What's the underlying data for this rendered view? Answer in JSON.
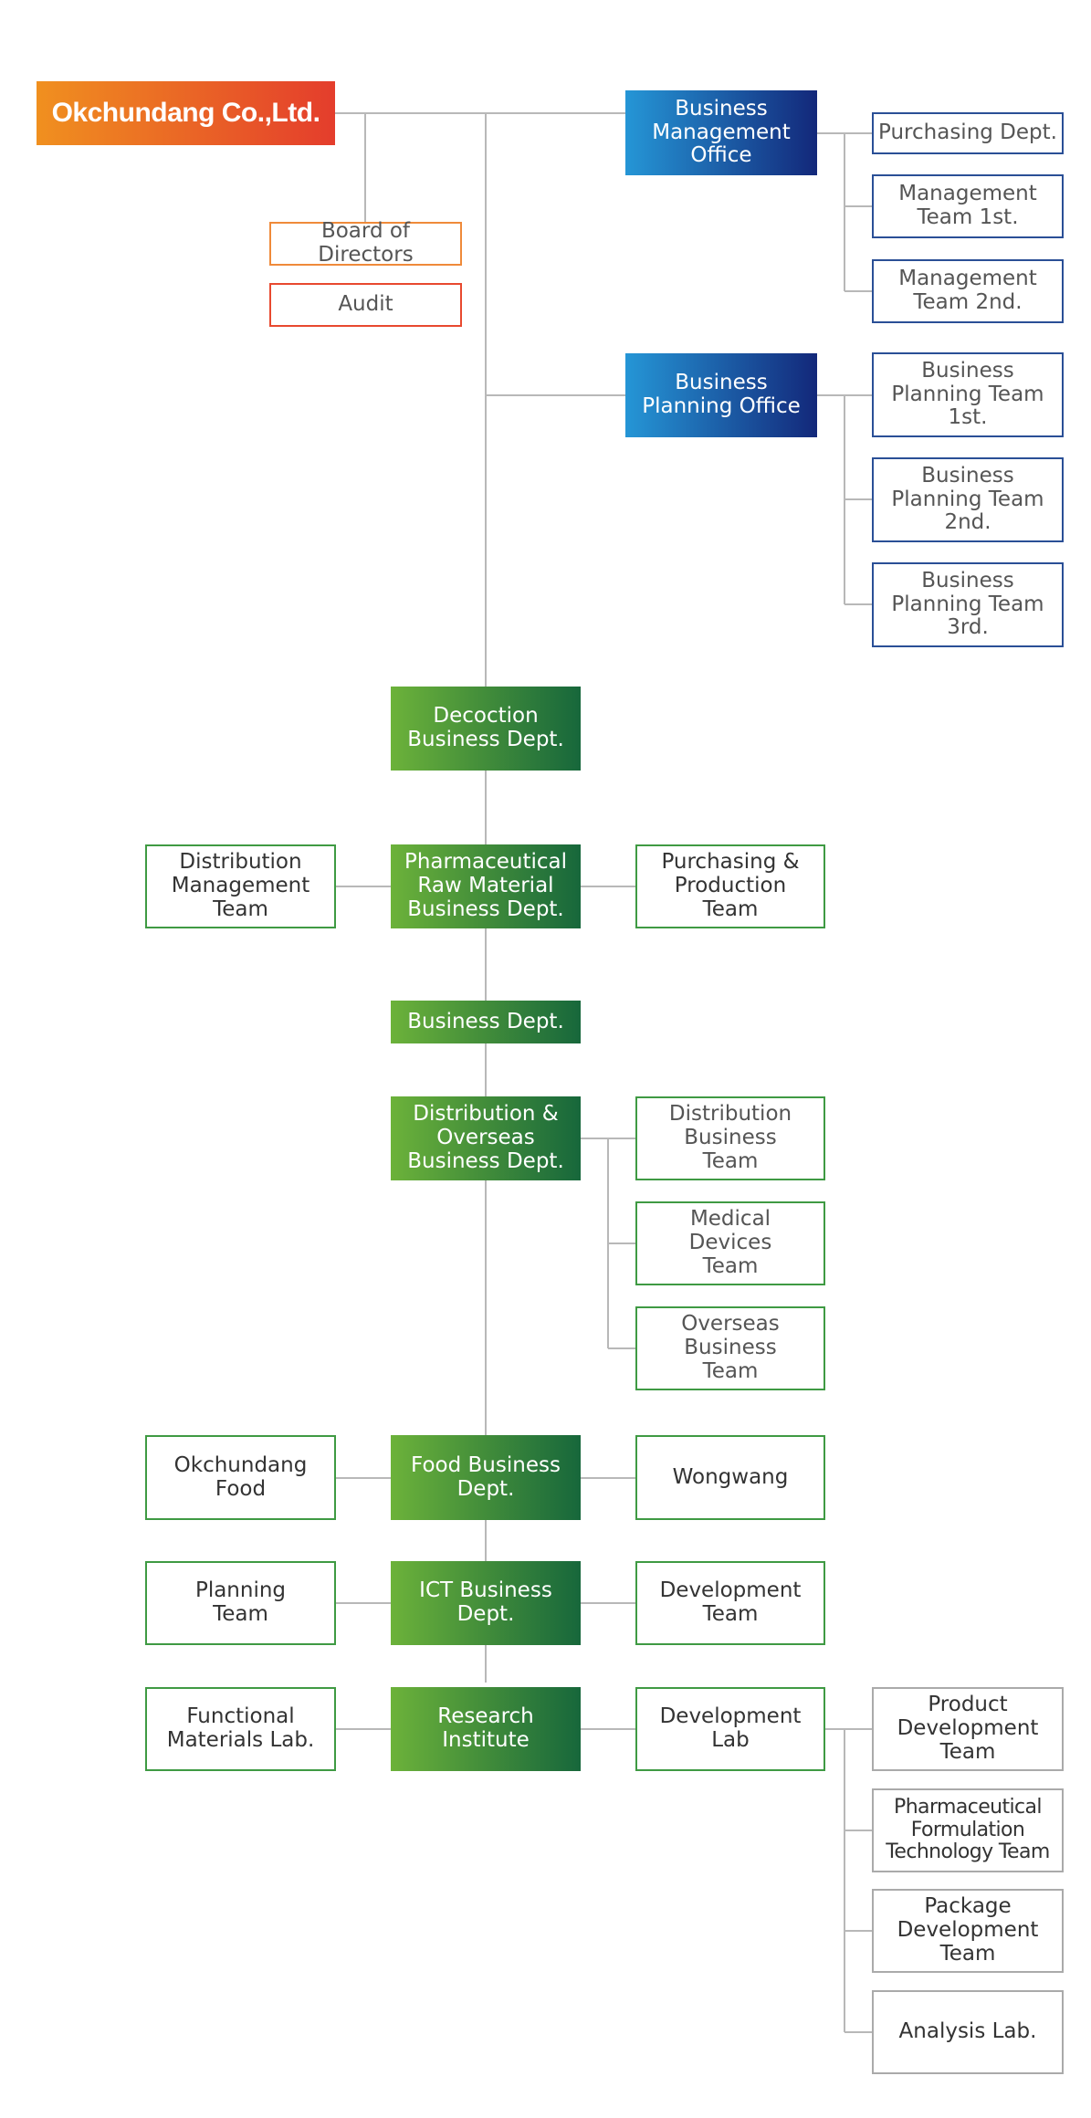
{
  "colors": {
    "root_gradient": [
      "#f0901f",
      "#e43d2c"
    ],
    "office_gradient": [
      "#2596d6",
      "#13287a"
    ],
    "department_gradient": [
      "#6cb23a",
      "#17673b"
    ],
    "line": "#b8b8b8"
  },
  "company": "Okchundang Co.,Ltd.",
  "governance": {
    "board": "Board of Directors",
    "audit": "Audit"
  },
  "offices": {
    "management": {
      "name": "Business\nManagement\nOffice",
      "teams": [
        "Purchasing Dept.",
        "Management\nTeam 1st.",
        "Management\nTeam 2nd."
      ]
    },
    "planning": {
      "name": "Business\nPlanning Office",
      "teams": [
        "Business\nPlanning Team\n1st.",
        "Business\nPlanning Team\n2nd.",
        "Business\nPlanning Team\n3rd."
      ]
    }
  },
  "departments": {
    "decoction": "Decoction\nBusiness Dept.",
    "pharma": {
      "name": "Pharmaceutical\nRaw Material\nBusiness Dept.",
      "left": "Distribution\nManagement\nTeam",
      "right": "Purchasing &\nProduction\nTeam"
    },
    "business": "Business Dept.",
    "distribution": {
      "name": "Distribution &\nOverseas\nBusiness Dept.",
      "teams": [
        "Distribution\nBusiness\nTeam",
        "Medical\nDevices\nTeam",
        "Overseas\nBusiness\nTeam"
      ]
    },
    "food": {
      "name": "Food Business\nDept.",
      "left": "Okchundang\nFood",
      "right": "Wongwang"
    },
    "ict": {
      "name": "ICT Business\nDept.",
      "left": "Planning\nTeam",
      "right": "Development\nTeam"
    },
    "research": {
      "name": "Research\nInstitute",
      "left": "Functional\nMaterials Lab.",
      "right": "Development\nLab",
      "teams": [
        "Product\nDevelopment\nTeam",
        "Pharmaceutical\nFormulation\nTechnology Team",
        "Package\nDevelopment\nTeam",
        "Analysis Lab."
      ]
    }
  }
}
